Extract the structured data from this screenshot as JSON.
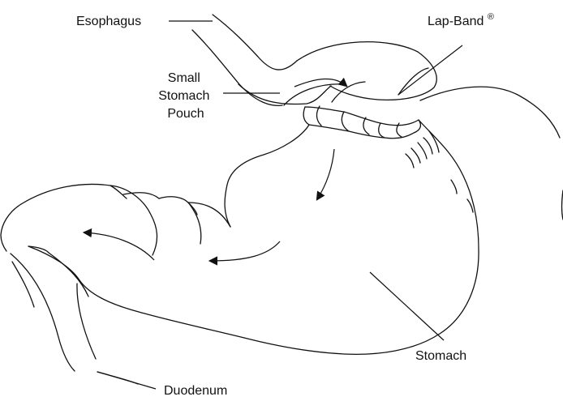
{
  "labels": {
    "esophagus": "Esophagus",
    "lap_band": "Lap-Band",
    "lap_band_mark": "®",
    "pouch_line1": "Small",
    "pouch_line2": "Stomach",
    "pouch_line3": "Pouch",
    "stomach": "Stomach",
    "duodenum": "Duodenum"
  },
  "colors": {
    "line": "#111111",
    "background": "#ffffff"
  }
}
